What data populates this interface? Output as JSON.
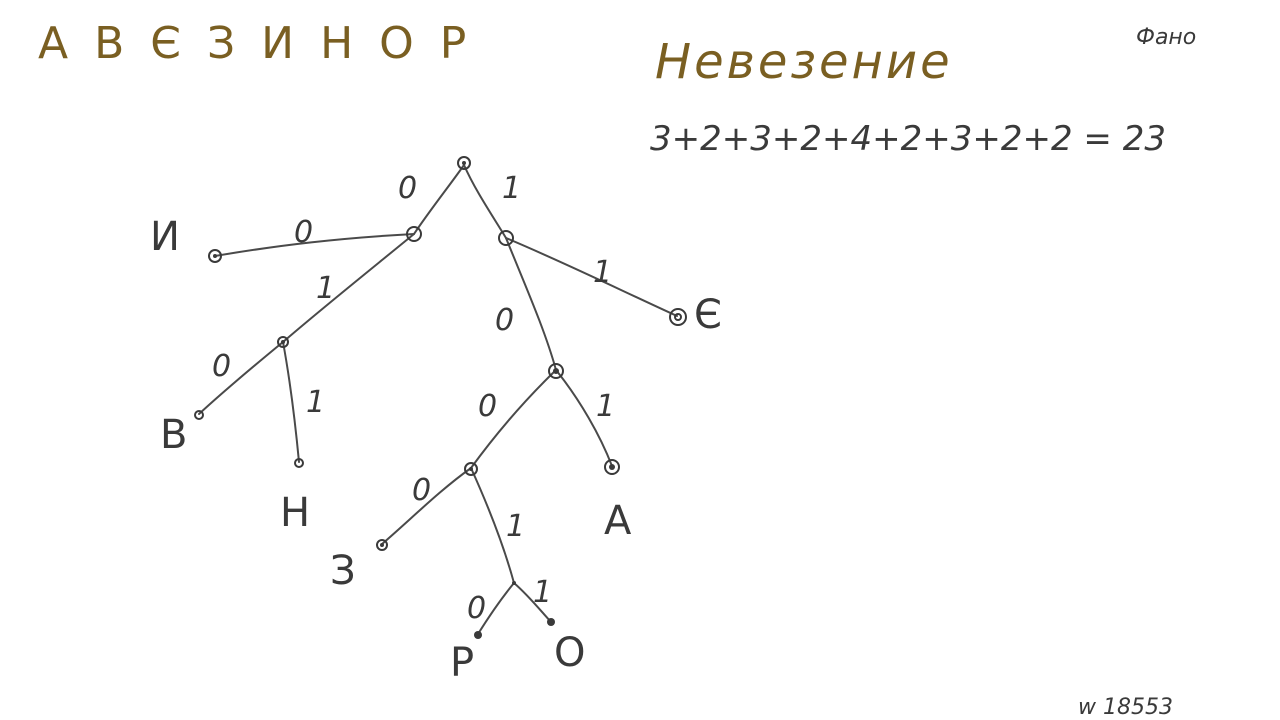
{
  "alphabet": "А В Є З И Н О Р",
  "word": "Невезение",
  "equation": "3+2+3+2+4+2+3+2+2 = 23",
  "corner_label": "Фано",
  "footer_id": "w 18553",
  "colors": {
    "brown": "#7a5f22",
    "ink": "#3a3a3a",
    "background": "#ffffff"
  },
  "tree": {
    "edges": [
      {
        "id": "root-n0",
        "bit": "0"
      },
      {
        "id": "root-n1",
        "bit": "1"
      },
      {
        "id": "n0-I",
        "bit": "0"
      },
      {
        "id": "n0-n01",
        "bit": "1"
      },
      {
        "id": "n01-V",
        "bit": "0"
      },
      {
        "id": "n01-N",
        "bit": "1"
      },
      {
        "id": "n1-n10",
        "bit": "0"
      },
      {
        "id": "n1-E",
        "bit": "1"
      },
      {
        "id": "n10-n100",
        "bit": "0"
      },
      {
        "id": "n10-A",
        "bit": "1"
      },
      {
        "id": "n100-Z",
        "bit": "0"
      },
      {
        "id": "n100-n1001",
        "bit": "1"
      },
      {
        "id": "n1001-R",
        "bit": "0"
      },
      {
        "id": "n1001-O",
        "bit": "1"
      }
    ],
    "leaves": {
      "I": "И",
      "V": "В",
      "N": "Н",
      "E": "Є",
      "A": "А",
      "Z": "З",
      "R": "Р",
      "O": "О"
    }
  }
}
